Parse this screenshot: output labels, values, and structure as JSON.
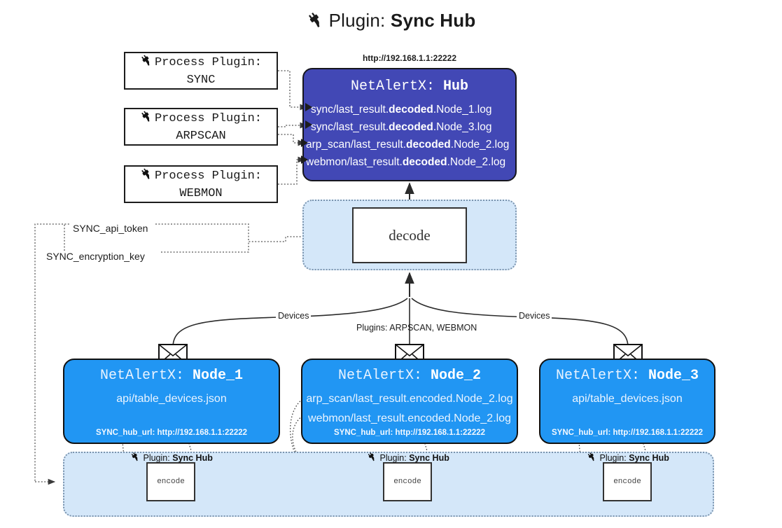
{
  "title": {
    "icon": "plug-icon",
    "prefix": "Plugin: ",
    "name": "Sync Hub"
  },
  "process_plugins": [
    {
      "icon": "plug-icon",
      "line1": "Process Plugin:",
      "line2": "SYNC"
    },
    {
      "icon": "plug-icon",
      "line1": "Process Plugin:",
      "line2": "ARPSCAN"
    },
    {
      "icon": "plug-icon",
      "line1": "Process Plugin:",
      "line2": "WEBMON"
    }
  ],
  "hub": {
    "url": "http://192.168.1.1:22222",
    "title_prefix": "NetAlertX: ",
    "title_name": "Hub",
    "rows": [
      {
        "pre": "sync/last_result.",
        "bold": "decoded",
        "post": ".Node_1.log",
        "arrow": "triangle-right-icon"
      },
      {
        "pre": "sync/last_result.",
        "bold": "decoded",
        "post": ".Node_3.log",
        "arrow": "triangle-right-icon"
      },
      {
        "pre": "arp_scan/last_result.",
        "bold": "decoded",
        "post": ".Node_2.log",
        "arrow": "triangle-right-icon"
      },
      {
        "pre": "webmon/last_result.",
        "bold": "decoded",
        "post": ".Node_2.log",
        "arrow": "triangle-right-icon"
      }
    ]
  },
  "decode": {
    "label": "decode"
  },
  "secrets": {
    "api_token": "SYNC_api_token",
    "encryption_key": "SYNC_encryption_key"
  },
  "edge_labels": {
    "devices_left": "Devices",
    "devices_right": "Devices",
    "plugins_mid": "Plugins: ARPSCAN, WEBMON"
  },
  "nodes": [
    {
      "envelope_icon": "envelope-icon",
      "title_prefix": "NetAlertX: ",
      "title_name": "Node_1",
      "lines": [
        "api/table_devices.json"
      ],
      "footer": "SYNC_hub_url: http://192.168.1.1:22222"
    },
    {
      "envelope_icon": "envelope-icon",
      "title_prefix": "NetAlertX: ",
      "title_name": "Node_2",
      "lines": [
        "arp_scan/last_result.encoded.Node_2.log",
        "webmon/last_result.encoded.Node_2.log"
      ],
      "footer": "SYNC_hub_url: http://192.168.1.1:22222"
    },
    {
      "envelope_icon": "envelope-icon",
      "title_prefix": "NetAlertX: ",
      "title_name": "Node_3",
      "lines": [
        "api/table_devices.json"
      ],
      "footer": "SYNC_hub_url: http://192.168.1.1:22222"
    }
  ],
  "encoders": [
    {
      "icon": "plug-icon",
      "caption_prefix": "Plugin: ",
      "caption_name": "Sync Hub",
      "label": "encode"
    },
    {
      "icon": "plug-icon",
      "caption_prefix": "Plugin: ",
      "caption_name": "Sync Hub",
      "label": "encode"
    },
    {
      "icon": "plug-icon",
      "caption_prefix": "Plugin: ",
      "caption_name": "Sync Hub",
      "label": "encode"
    }
  ],
  "colors": {
    "hub_fill": "#4248b5",
    "node_fill": "#2196f3",
    "container_fill": "#d4e7f9",
    "container_border": "#7a93ad",
    "stroke": "#333333",
    "background": "#ffffff"
  }
}
